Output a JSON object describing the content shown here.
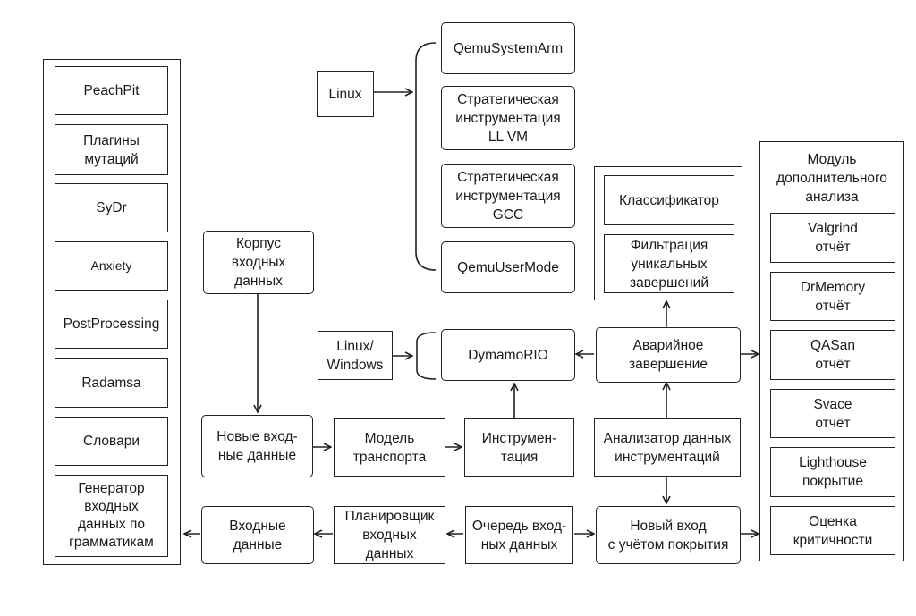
{
  "left_panel": {
    "items": [
      "PeachPit",
      "Плагины\nмутаций",
      "SyDr",
      "Anxiety",
      "PostProcessing",
      "Radamsa",
      "Словари",
      "Генератор\nвходных\nданных по\nграмматикам"
    ]
  },
  "os_labels": {
    "linux": "Linux",
    "linux_windows": "Linux/\nWindows"
  },
  "backends": {
    "items": [
      "QemuSystemArm",
      "Стратегическая\nинструментация\nLL VM",
      "Стратегическая\nинструментация\nGCC",
      "QemuUserMode"
    ]
  },
  "corpus": "Корпус\nвходных\nданных",
  "new_input_data": "Новые вход-\nные данные",
  "transport_model": "Модель\nтранспорта",
  "instrumentation": "Инструмен-\nтация",
  "dynamorio": "DymamoRIO",
  "crash": "Аварийное\nзавершение",
  "crash_module": {
    "classifier": "Классификатор",
    "filter": "Фильтрация\nуникальных\nзавершений"
  },
  "analyzer": "Анализатор данных\nинструментаций",
  "new_coverage_input": "Новый вход\nс учётом покрытия",
  "input_queue": "Очередь вход-\nных данных",
  "scheduler": "Планировщик\nвходных\nданных",
  "input_data": "Входные\nданные",
  "analysis_module": {
    "title": "Модуль\nдополнительного\nанализа",
    "items": [
      "Valgrind\nотчёт",
      "DrMemory\nотчёт",
      "QASan\nотчёт",
      "Svace\nотчёт",
      "Lighthouse\nпокрытие",
      "Оценка\nкритичности"
    ]
  }
}
